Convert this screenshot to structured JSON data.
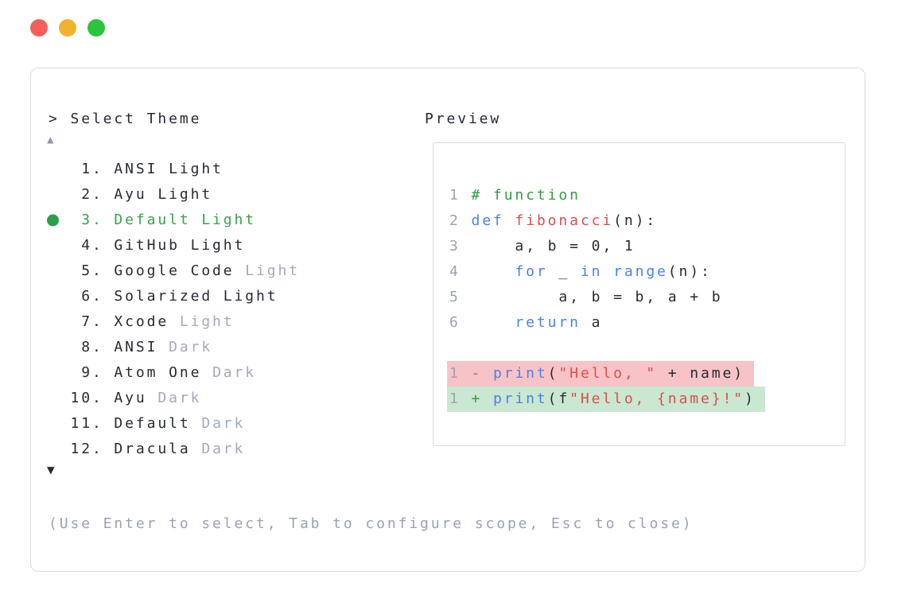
{
  "window": {
    "controls": {
      "close": "close",
      "minimize": "minimize",
      "zoom": "zoom"
    },
    "colors": {
      "close": "#f46059",
      "minimize": "#f0b42c",
      "zoom": "#2bc43d"
    }
  },
  "picker": {
    "prompt": "> Select Theme",
    "scroll_up_glyph": "▲",
    "scroll_down_glyph": "▼",
    "selected_color": "#38a24c",
    "items": [
      {
        "number": "1.",
        "name": "ANSI Light",
        "muted": "",
        "selected": false
      },
      {
        "number": "2.",
        "name": "Ayu Light",
        "muted": "",
        "selected": false
      },
      {
        "number": "3.",
        "name": "Default Light",
        "muted": "",
        "selected": true
      },
      {
        "number": "4.",
        "name": "GitHub Light",
        "muted": "",
        "selected": false
      },
      {
        "number": "5.",
        "name": "Google Code",
        "muted": "Light",
        "selected": false
      },
      {
        "number": "6.",
        "name": "Solarized Light",
        "muted": "",
        "selected": false
      },
      {
        "number": "7.",
        "name": "Xcode",
        "muted": "Light",
        "selected": false
      },
      {
        "number": "8.",
        "name": "ANSI",
        "muted": "Dark",
        "selected": false
      },
      {
        "number": "9.",
        "name": "Atom One",
        "muted": "Dark",
        "selected": false
      },
      {
        "number": "10.",
        "name": "Ayu",
        "muted": "Dark",
        "selected": false
      },
      {
        "number": "11.",
        "name": "Default",
        "muted": "Dark",
        "selected": false
      },
      {
        "number": "12.",
        "name": "Dracula",
        "muted": "Dark",
        "selected": false
      }
    ],
    "footer_hint": "(Use Enter to select, Tab to configure scope, Esc to close)"
  },
  "preview": {
    "title": "Preview",
    "syntax_colors": {
      "keyword": "#4a81ec",
      "string": "#dd4f4b",
      "function": "#dd4f4b",
      "comment": "#2f9e3d",
      "line_number": "#9aa4b3",
      "diff_del_bg": "#f8c3c6",
      "diff_add_bg": "#c9e7d1"
    },
    "lines": [
      {
        "num": "1",
        "bg": "",
        "tokens": [
          [
            "c",
            "# function"
          ]
        ]
      },
      {
        "num": "2",
        "bg": "",
        "tokens": [
          [
            "k",
            "def"
          ],
          [
            "x",
            " "
          ],
          [
            "fn",
            "fibonacci"
          ],
          [
            "x",
            "(n):"
          ]
        ]
      },
      {
        "num": "3",
        "bg": "",
        "tokens": [
          [
            "x",
            "    a, b = 0, 1"
          ]
        ]
      },
      {
        "num": "4",
        "bg": "",
        "tokens": [
          [
            "x",
            "    "
          ],
          [
            "k",
            "for"
          ],
          [
            "x",
            " _ "
          ],
          [
            "k",
            "in"
          ],
          [
            "x",
            " "
          ],
          [
            "k",
            "range"
          ],
          [
            "x",
            "(n):"
          ]
        ]
      },
      {
        "num": "5",
        "bg": "",
        "tokens": [
          [
            "x",
            "        a, b = b, a + b"
          ]
        ]
      },
      {
        "num": "6",
        "bg": "",
        "tokens": [
          [
            "x",
            "    "
          ],
          [
            "k",
            "return"
          ],
          [
            "x",
            " a"
          ]
        ]
      },
      {
        "num": "",
        "bg": "",
        "tokens": []
      },
      {
        "num": "1",
        "bg": "del",
        "tokens": [
          [
            "del",
            "- "
          ],
          [
            "k",
            "print"
          ],
          [
            "x",
            "("
          ],
          [
            "s",
            "\"Hello, \""
          ],
          [
            "x",
            " + name)"
          ]
        ]
      },
      {
        "num": "1",
        "bg": "add",
        "tokens": [
          [
            "add",
            "+ "
          ],
          [
            "k",
            "print"
          ],
          [
            "x",
            "(f"
          ],
          [
            "s",
            "\"Hello, {name}!\""
          ],
          [
            "x",
            ")"
          ]
        ]
      }
    ]
  }
}
